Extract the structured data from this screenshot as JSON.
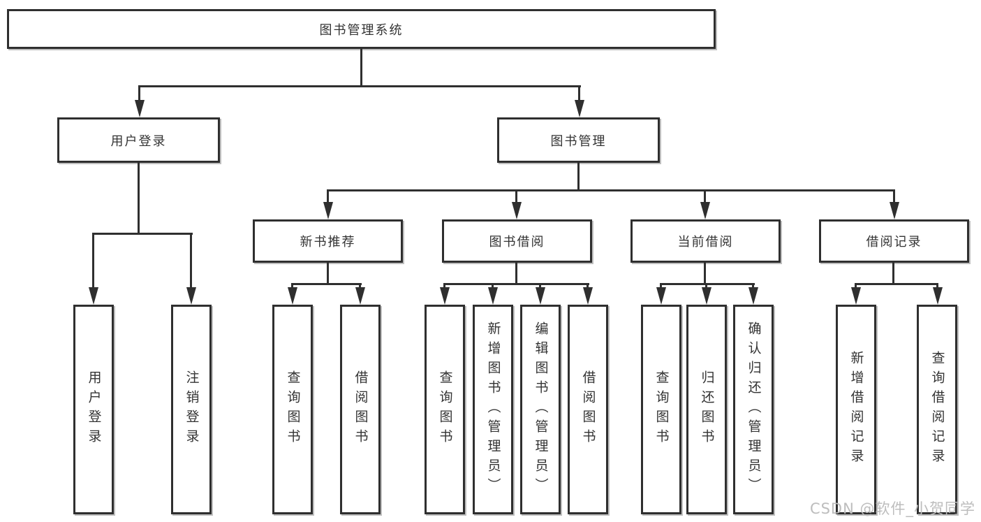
{
  "diagram": {
    "title_node": {
      "label": "图书管理系统"
    },
    "level2": [
      {
        "label": "用户登录"
      },
      {
        "label": "图书管理"
      }
    ],
    "level3": [
      {
        "label": "新书推荐"
      },
      {
        "label": "图书借阅"
      },
      {
        "label": "当前借阅"
      },
      {
        "label": "借阅记录"
      }
    ],
    "leaves": {
      "user_login": [
        {
          "label": "用户登录"
        },
        {
          "label": "注销登录"
        }
      ],
      "new_book_recommend": [
        {
          "label": "查询图书"
        },
        {
          "label": "借阅图书"
        }
      ],
      "book_borrow": [
        {
          "label": "查询图书"
        },
        {
          "label": "新增图书（管理员）"
        },
        {
          "label": "编辑图书（管理员）"
        },
        {
          "label": "借阅图书"
        }
      ],
      "current_borrow": [
        {
          "label": "查询图书"
        },
        {
          "label": "归还图书"
        },
        {
          "label": "确认归还（管理员）"
        }
      ],
      "borrow_records": [
        {
          "label": "新增借阅记录"
        },
        {
          "label": "查询借阅记录"
        }
      ]
    }
  },
  "watermark": {
    "text": "CSDN @软件_小贺同学"
  },
  "colors": {
    "line": "#2f2f2f",
    "text": "#333333",
    "background": "#ffffff",
    "watermark": "#bdbdbd"
  }
}
